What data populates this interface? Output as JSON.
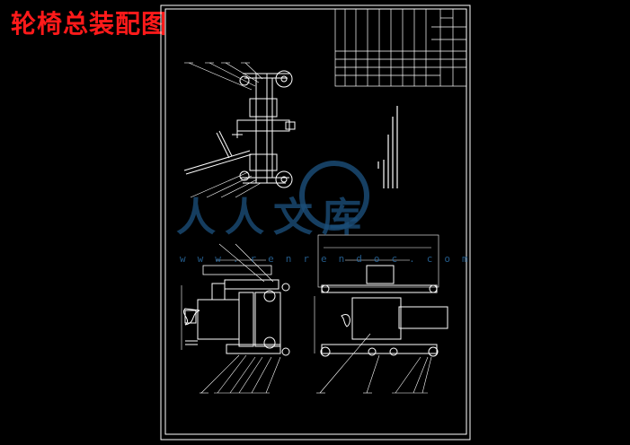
{
  "title": "轮椅总装配图",
  "watermark": {
    "text": "人人文库",
    "url": "www.renrendoc.com",
    "color": "#1c4f7a"
  },
  "colors": {
    "background": "#000000",
    "title": "#ff1a1a",
    "lines": "#ffffff"
  }
}
